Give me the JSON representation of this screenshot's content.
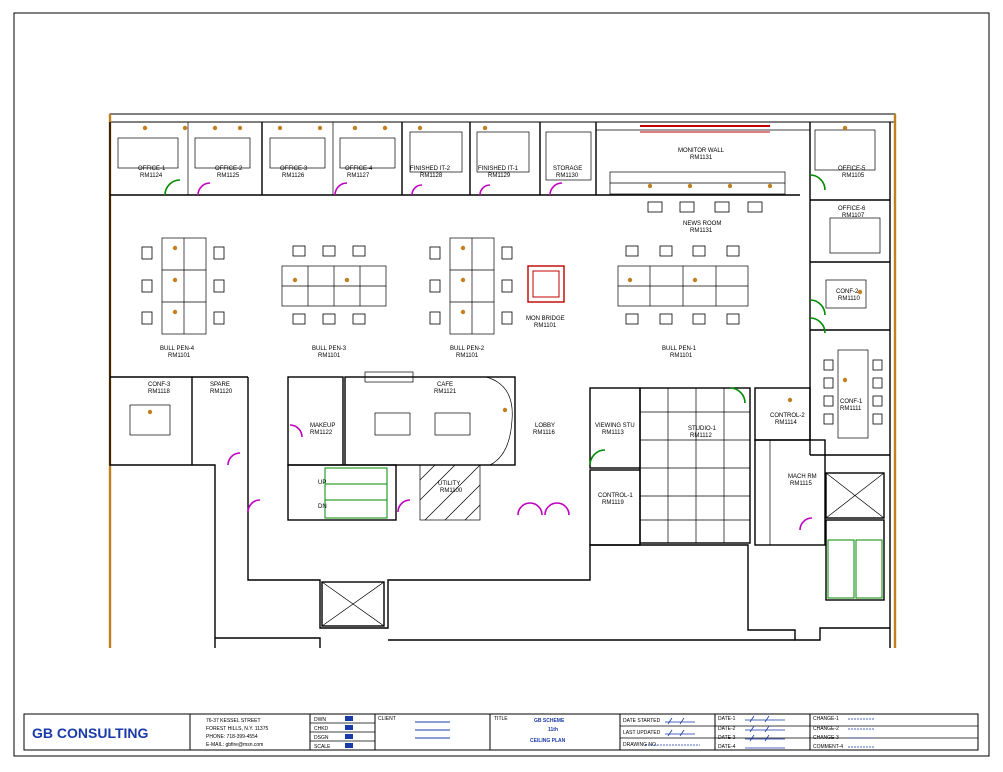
{
  "rooms": [
    {
      "id": "office1",
      "name": "OFFICE-1",
      "num": "RM1124"
    },
    {
      "id": "office2",
      "name": "OFFICE-2",
      "num": "RM1125"
    },
    {
      "id": "office3",
      "name": "OFFICE-3",
      "num": "RM1126"
    },
    {
      "id": "office4",
      "name": "OFFICE-4",
      "num": "RM1127"
    },
    {
      "id": "finished2",
      "name": "FINISHED IT-2",
      "num": "RM1128"
    },
    {
      "id": "finished1",
      "name": "FINISHED IT-1",
      "num": "RM1129"
    },
    {
      "id": "storage",
      "name": "STORAGE",
      "num": "RM1130"
    },
    {
      "id": "monitorwall",
      "name": "MONITOR WALL",
      "num": "RM1131"
    },
    {
      "id": "newsroom",
      "name": "NEWS ROOM",
      "num": "RM1131"
    },
    {
      "id": "office5",
      "name": "OFFICE-5",
      "num": "RM1105"
    },
    {
      "id": "office6",
      "name": "OFFICE-6",
      "num": "RM1107"
    },
    {
      "id": "conf2",
      "name": "CONF-2",
      "num": "RM1110"
    },
    {
      "id": "conf1",
      "name": "CONF-1",
      "num": "RM1111"
    },
    {
      "id": "bullpen4",
      "name": "BULL PEN-4",
      "num": "RM1101"
    },
    {
      "id": "bullpen3",
      "name": "BULL PEN-3",
      "num": "RM1101"
    },
    {
      "id": "bullpen2",
      "name": "BULL PEN-2",
      "num": "RM1101"
    },
    {
      "id": "bullpen1",
      "name": "BULL PEN-1",
      "num": "RM1101"
    },
    {
      "id": "monbridge",
      "name": "MON BRIDGE",
      "num": "RM1101"
    },
    {
      "id": "conf3",
      "name": "CONF-3",
      "num": "RM1118"
    },
    {
      "id": "spare",
      "name": "SPARE",
      "num": "RM1120"
    },
    {
      "id": "makeup",
      "name": "MAKEUP",
      "num": "RM1122"
    },
    {
      "id": "cafe",
      "name": "CAFE",
      "num": "RM1121"
    },
    {
      "id": "lobby",
      "name": "LOBBY",
      "num": "RM1116"
    },
    {
      "id": "viewingstu",
      "name": "VIEWING STU",
      "num": "RM1113"
    },
    {
      "id": "studio1",
      "name": "STUDIO-1",
      "num": "RM1112"
    },
    {
      "id": "control2",
      "name": "CONTROL-2",
      "num": "RM1114"
    },
    {
      "id": "machrm",
      "name": "MACH RM",
      "num": "RM1115"
    },
    {
      "id": "control1",
      "name": "CONTROL-1",
      "num": "RM1119"
    },
    {
      "id": "utility",
      "name": "UTILITY",
      "num": "RM1100"
    }
  ],
  "labels": {
    "up": "UP",
    "dn": "DN"
  },
  "titleblock": {
    "company": "GB CONSULTING",
    "address1": "76-37 KESSEL STREET",
    "address2": "FOREST HILLS, N.Y. 11375",
    "phone": "PHONE: 718-399-4554",
    "email": "E-MAIL: gbfire@msn.com",
    "fields": [
      "DWN",
      "CHKD",
      "DSGN",
      "SCALE"
    ],
    "client_hdr": "CLIENT",
    "title_hdr": "TITLE",
    "title1": "GB SCHEME",
    "title2": "11th",
    "title3": "CEILING PLAN",
    "hdr_a": [
      "DATE STARTED",
      "LAST UPDATED",
      "DRAWING NO."
    ],
    "hdr_b": [
      "DATE-1",
      "DATE-2",
      "DATE-3",
      "DATE-4"
    ],
    "hdr_c": [
      "CHANGE-1",
      "CHANGE-2",
      "CHANGE-3",
      "COMMENT-4"
    ]
  },
  "colors": {
    "door": "#c000c0",
    "glass": "#008a00",
    "column": "#c08020",
    "company": "#1a3aa8"
  }
}
